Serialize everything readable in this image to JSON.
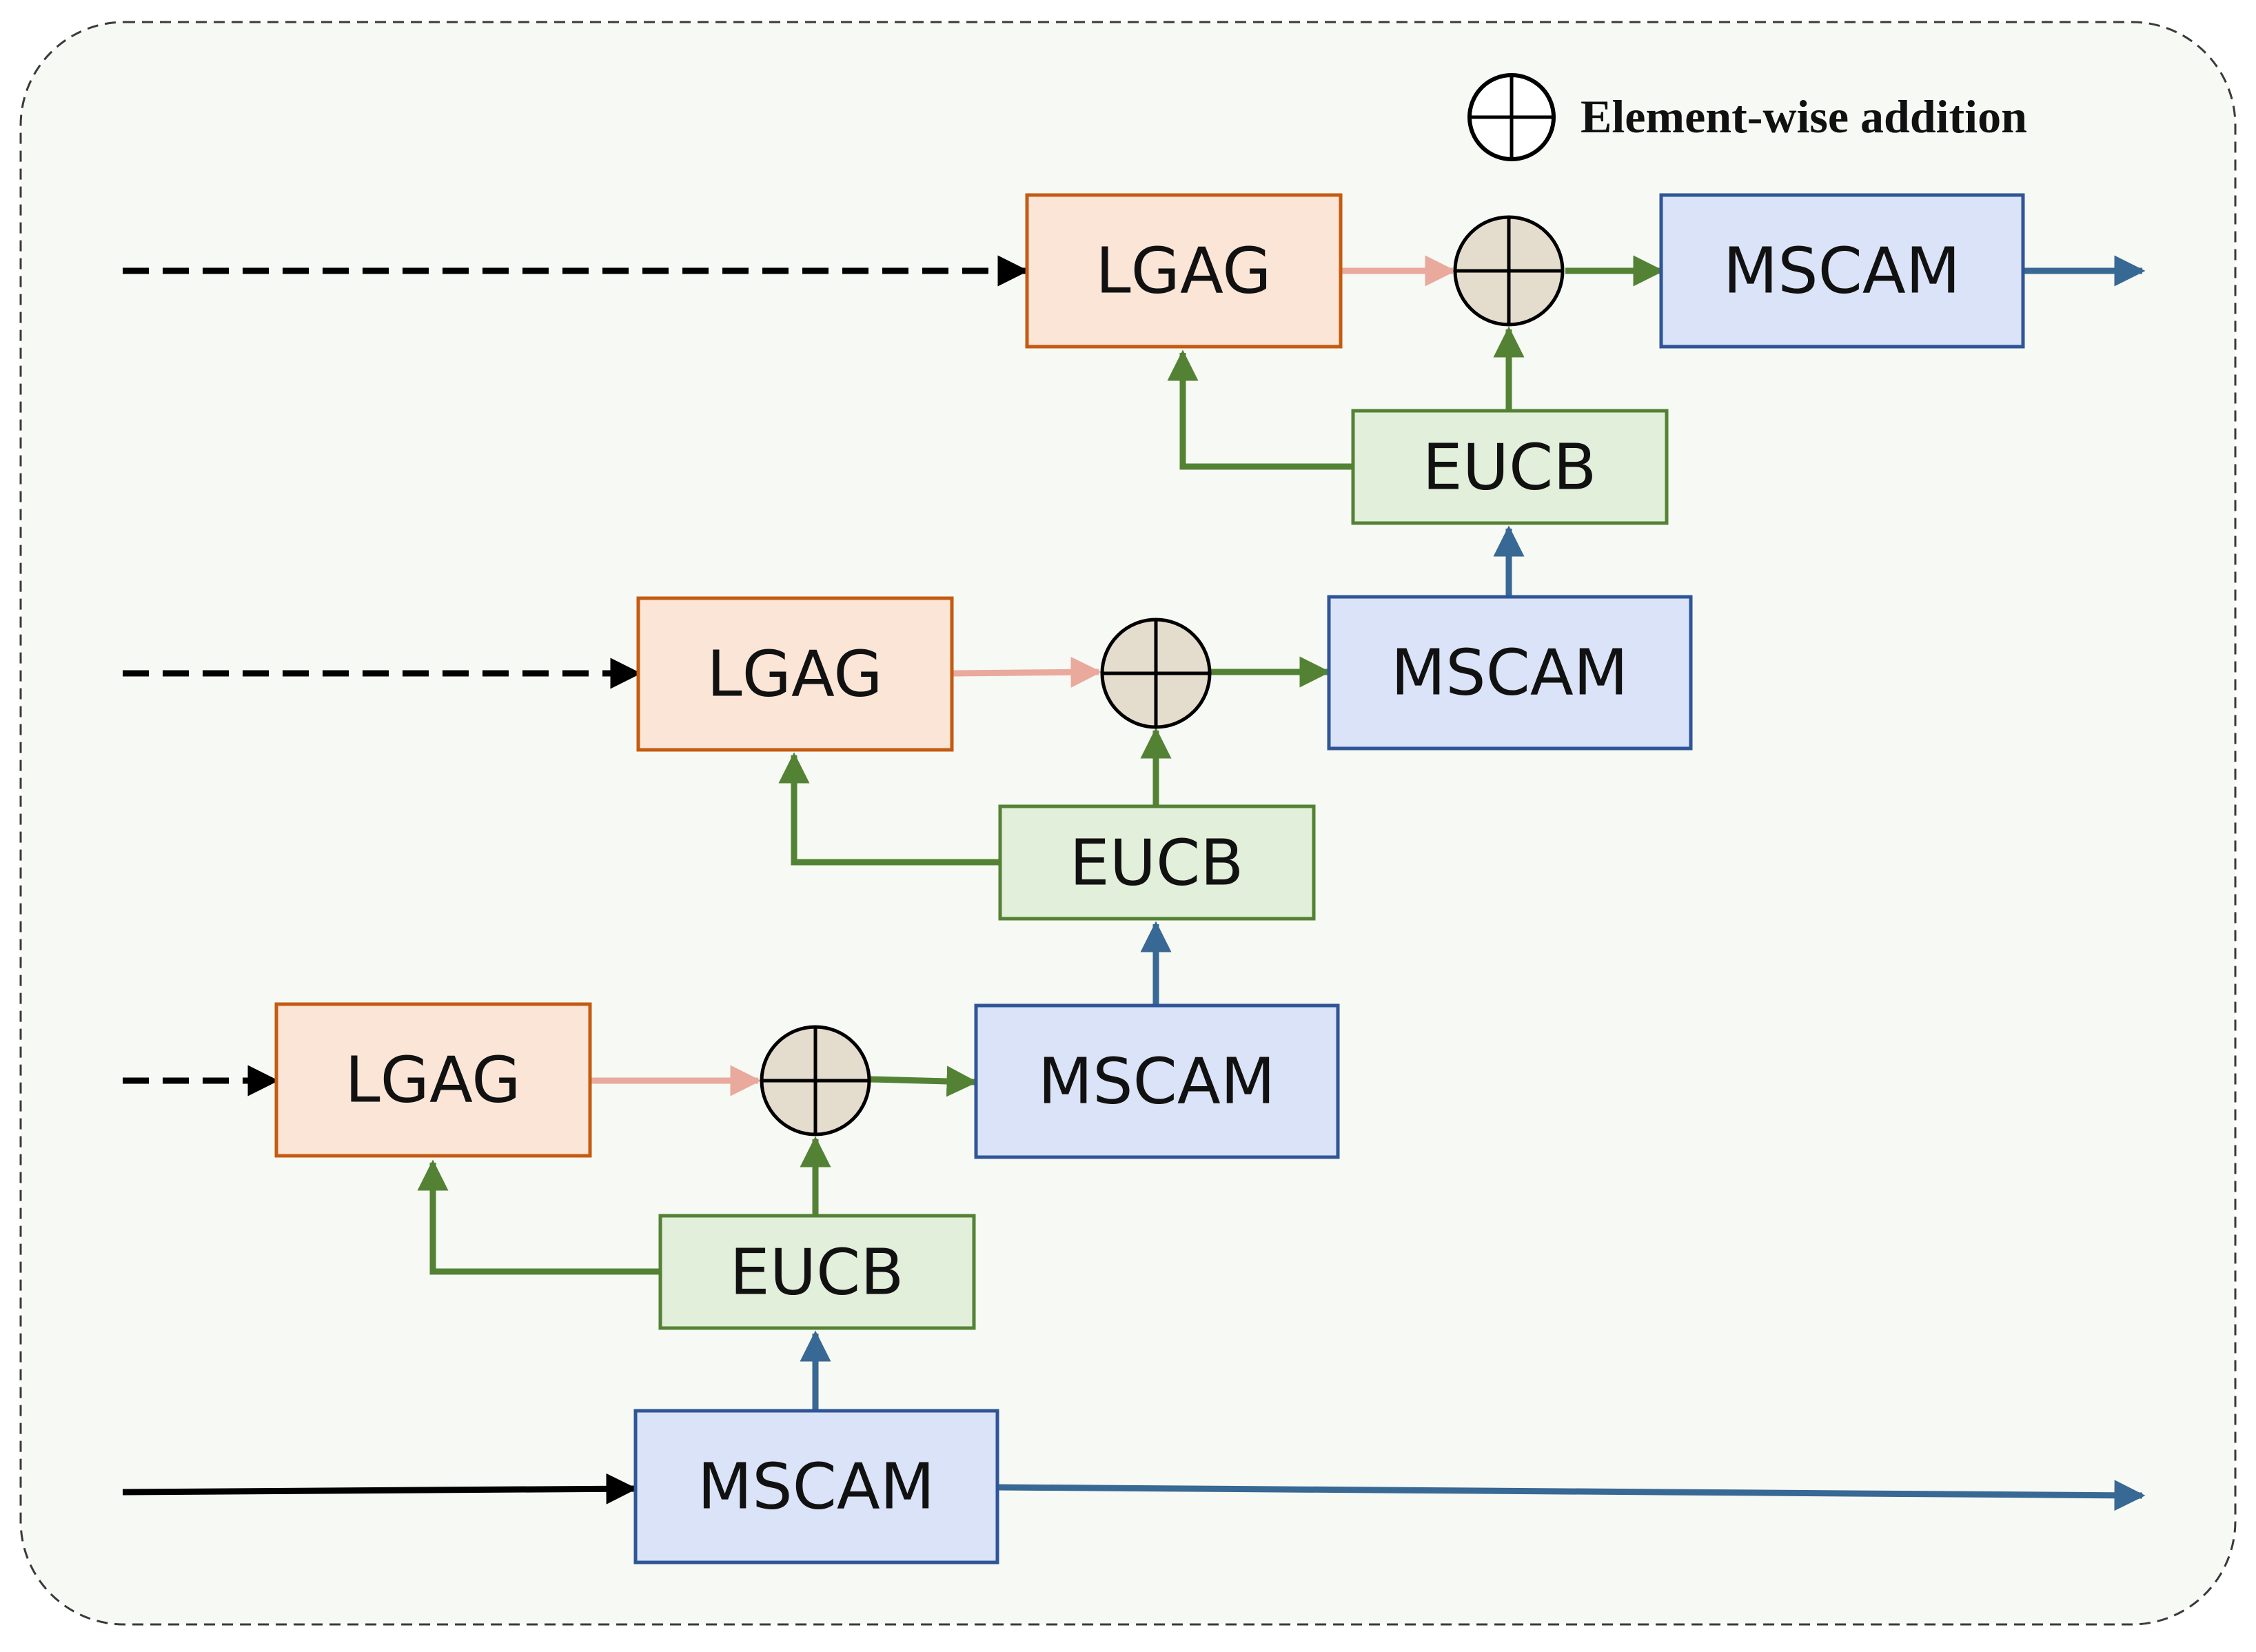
{
  "legend": {
    "symbol": "element-wise-addition-icon",
    "label": "Element-wise addition"
  },
  "blocks": {
    "lgag_top": "LGAG",
    "lgag_mid": "LGAG",
    "lgag_bottom": "LGAG",
    "eucb_top": "EUCB",
    "eucb_mid": "EUCB",
    "eucb_bottom": "EUCB",
    "mscam_top": "MSCAM",
    "mscam_upper_mid": "MSCAM",
    "mscam_lower_mid": "MSCAM",
    "mscam_bottom": "MSCAM"
  },
  "colors": {
    "panel_background": "#f7f9f4",
    "panel_border": "#3a3a3a",
    "lgag_fill": "#fbe5d6",
    "lgag_border": "#c55a11",
    "eucb_fill": "#e2efda",
    "eucb_border": "#548235",
    "mscam_fill": "#dae3f7",
    "mscam_border": "#2f5597",
    "adder_fill": "#e4dccd",
    "green_arrow": "#548235",
    "blue_arrow": "#386894",
    "pink_arrow": "#e9a99d",
    "black_arrow": "#000000"
  }
}
